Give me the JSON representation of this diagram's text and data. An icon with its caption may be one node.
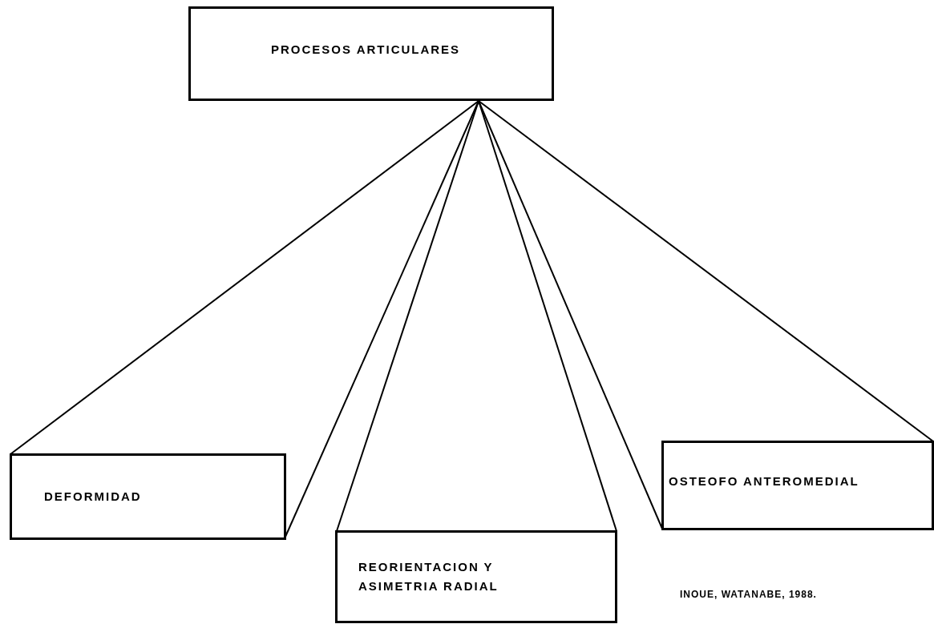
{
  "diagram": {
    "nodes": [
      {
        "text": [
          "PROCESOS ARTICULARES"
        ]
      },
      {
        "text": [
          "DEFORMIDAD"
        ]
      },
      {
        "text": [
          "REORIENTACION Y ASIMETRIA RADIAL"
        ]
      },
      {
        "text": [
          "OSTEOFO ANTEROMEDIAL"
        ]
      }
    ],
    "edges": [
      {
        "from": 0,
        "to": 1,
        "arrow": "none"
      },
      {
        "from": 0,
        "to": 1,
        "arrow": "none"
      },
      {
        "from": 0,
        "to": 2,
        "arrow": "none"
      },
      {
        "from": 0,
        "to": 2,
        "arrow": "none"
      },
      {
        "from": 0,
        "to": 3,
        "arrow": "none"
      },
      {
        "from": 0,
        "to": 3,
        "arrow": "none"
      }
    ],
    "labels": [
      "INOUE, WATANABE, 1988."
    ]
  }
}
